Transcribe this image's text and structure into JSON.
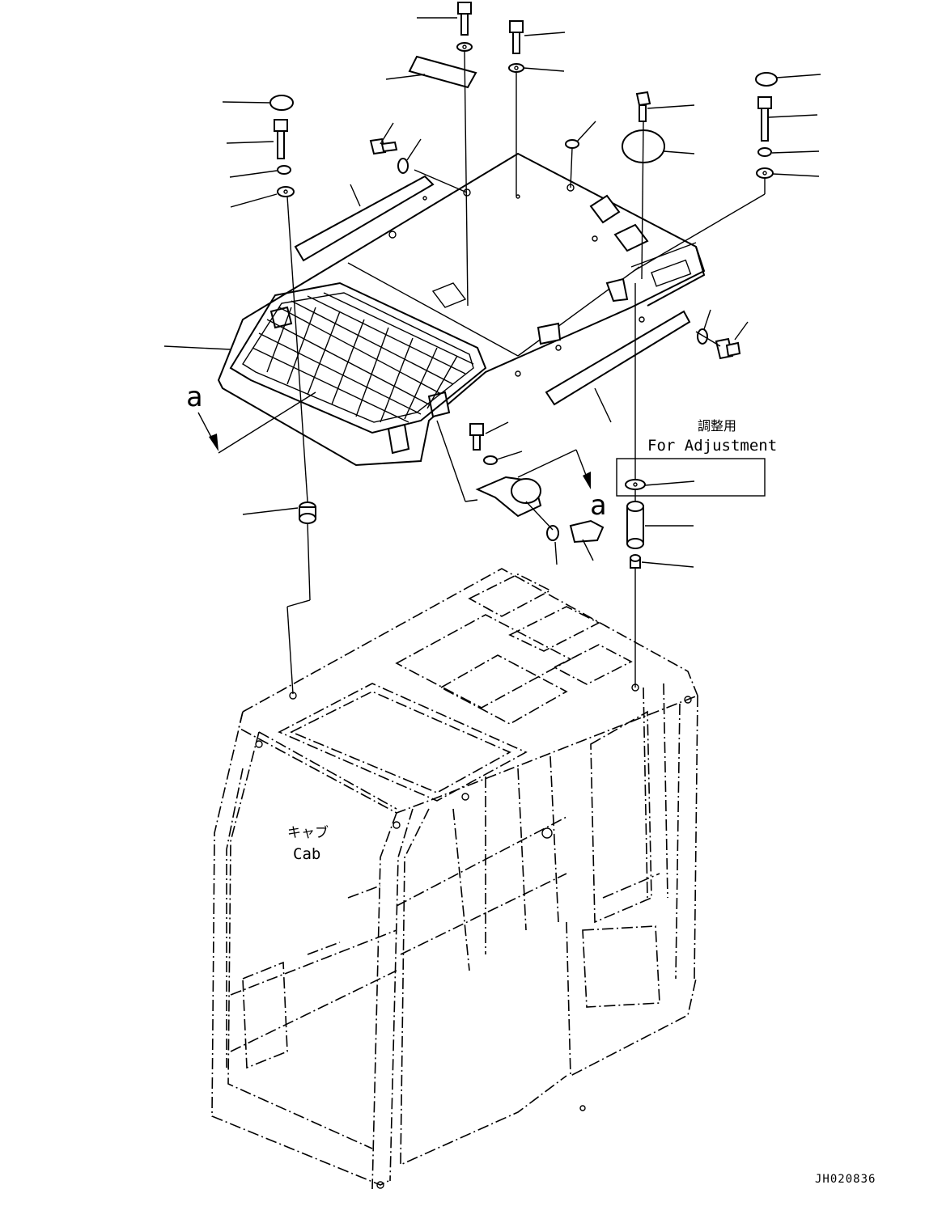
{
  "labels": {
    "view_mark_1": "a",
    "view_mark_2": "a",
    "adjustment_jp": "調整用",
    "adjustment_en": "For Adjustment",
    "cab_jp": "キャブ",
    "cab_en": "Cab",
    "drawing_code": "JH020836"
  }
}
